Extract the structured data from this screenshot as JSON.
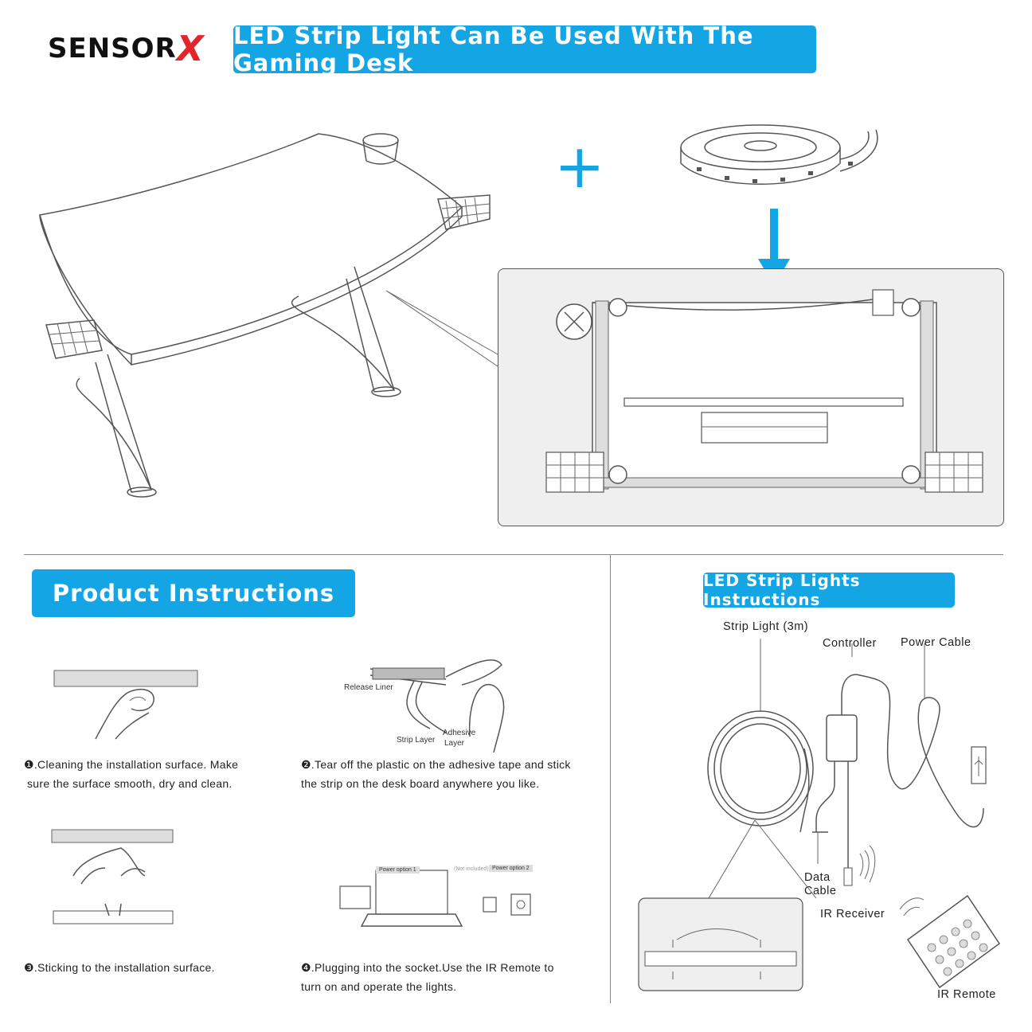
{
  "brand": {
    "name": "SENSOR",
    "mark": "X"
  },
  "header": {
    "title": "LED Strip Light Can Be Used With The Gaming Desk"
  },
  "sections": {
    "product": {
      "title": "Product Instructions"
    },
    "led": {
      "title": "LED Strip Lights Instructions"
    }
  },
  "steps": [
    {
      "number": "❶",
      "text_line1": ".Cleaning the installation surface. Make",
      "text_line2": "sure the surface smooth, dry and clean."
    },
    {
      "number": "❷",
      "text_line1": ".Tear off the plastic on the adhesive tape and stick",
      "text_line2": "the strip on the desk board  anywhere you like."
    },
    {
      "number": "❸",
      "text_line1": ".Sticking to the installation surface.",
      "text_line2": ""
    },
    {
      "number": "❹",
      "text_line1": ".Plugging  into the socket.Use the IR Remote to",
      "text_line2": "turn on and operate the lights."
    }
  ],
  "step2_labels": {
    "release_liner": "Release Liner",
    "strip_layer": "Strip Layer",
    "adhesive_line1": "Adhesive",
    "adhesive_line2": "Layer"
  },
  "step4_labels": {
    "power1": "Power option 1",
    "power2": "Power option 2",
    "not_included": "(Not included)"
  },
  "led_labels": {
    "strip": "Strip Light (3m)",
    "controller": "Controller",
    "power_cable": "Power Cable",
    "data_line1": "Data",
    "data_line2": "Cable",
    "ir_receiver": "IR Receiver",
    "ir_remote": "IR Remote"
  },
  "colors": {
    "accent": "#13a5e4",
    "brand_red": "#e3242b"
  }
}
